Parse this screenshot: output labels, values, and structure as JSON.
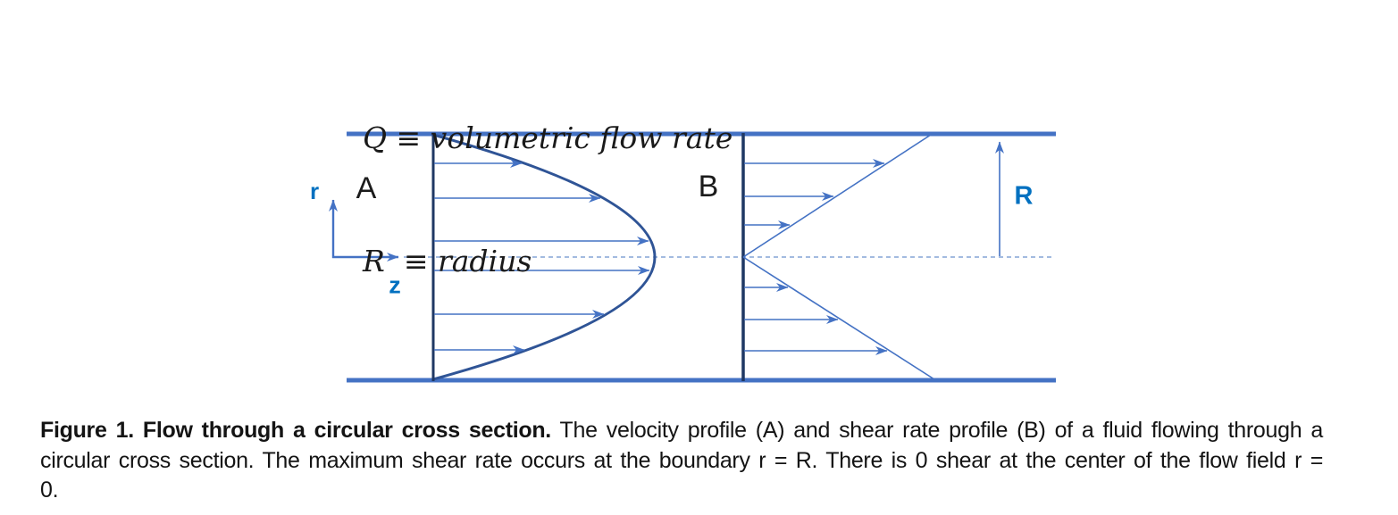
{
  "colors": {
    "wall": "#4472C4",
    "arrow": "#4472C4",
    "profile_edge_dark": "#1F3864",
    "parabola": "#2F5496",
    "centerline": "#A3BBE0",
    "axis_label": "#0070C0",
    "text": "#141414"
  },
  "definitions": {
    "line1": "Q ≡ volumetric flow rate",
    "line2": "R  ≡ radius"
  },
  "diagram_labels": {
    "r": "r",
    "z": "z",
    "panel_a": "A",
    "panel_b": "B",
    "radius": "R"
  },
  "caption": {
    "lead_bold": "Figure 1. Flow through a circular cross section.",
    "line1_rest": " The velocity profile (A) and shear rate profile (B) of a fluid flowing through a",
    "line2": "circular cross section. The maximum shear rate occurs at the boundary r = R. There is 0 shear at the center of the flow field r =",
    "line3": "0."
  }
}
